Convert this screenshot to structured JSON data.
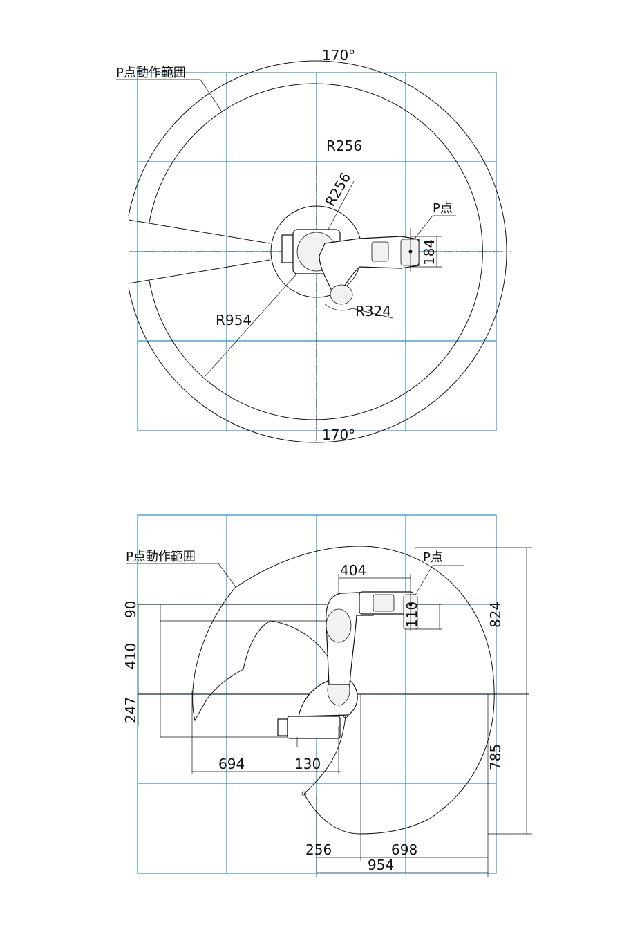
{
  "top_view": {
    "range_label": "P点動作範囲",
    "angle_top": "170°",
    "angle_bottom": "170°",
    "radius_outer_label": "R256",
    "radius_inner_label": "R256",
    "radius_reach_label": "R954",
    "radius_j4_label": "R324",
    "p_point_label": "P点",
    "dim_184": "184"
  },
  "side_view": {
    "range_label": "P点動作範囲",
    "p_point_label": "P点",
    "dim_404": "404",
    "dim_110": "110",
    "dim_90": "90",
    "dim_410": "410",
    "dim_247": "247",
    "dim_824": "824",
    "dim_785": "785",
    "dim_694": "694",
    "dim_130": "130",
    "dim_256": "256",
    "dim_698": "698",
    "dim_954": "954"
  },
  "colors": {
    "grid": "#2b8fce",
    "line": "#111111"
  }
}
